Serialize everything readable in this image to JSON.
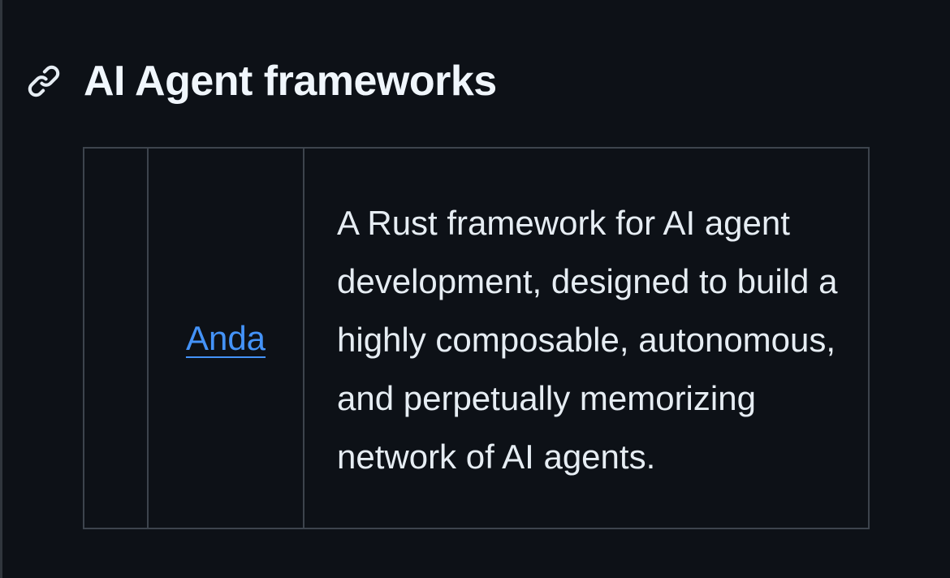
{
  "section": {
    "anchor_icon": "link-icon",
    "title": "AI Agent frameworks"
  },
  "table": {
    "rows": [
      {
        "index": "",
        "name": "Anda",
        "description": "A Rust framework for AI agent development, designed to build a highly composable, autonomous, and perpetually memorizing network of AI agents."
      }
    ]
  },
  "colors": {
    "background": "#0d1117",
    "text": "#e6edf3",
    "link": "#4493f8",
    "border": "#3d444d"
  }
}
